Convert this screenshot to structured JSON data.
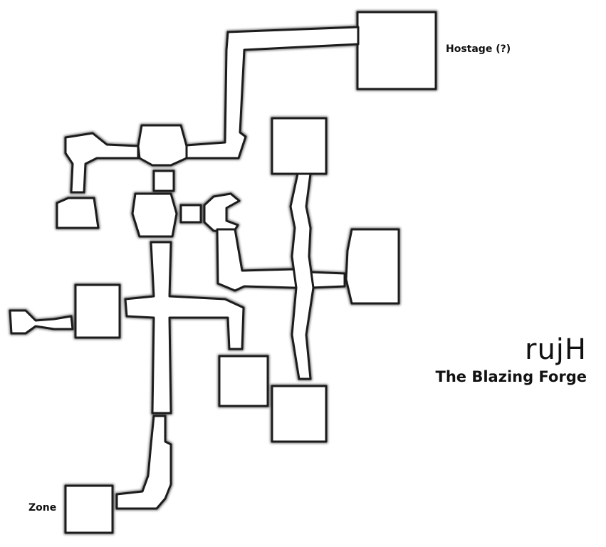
{
  "map": {
    "labels": {
      "hostage": "Hostage (?)",
      "zone": "Zone",
      "dungeon_code": "rujH",
      "dungeon_name": "The Blazing Forge"
    },
    "colors": {
      "background": "#ffffff",
      "wall": "#1a1a1a",
      "floor": "#ffffff",
      "text": "#111111"
    }
  }
}
